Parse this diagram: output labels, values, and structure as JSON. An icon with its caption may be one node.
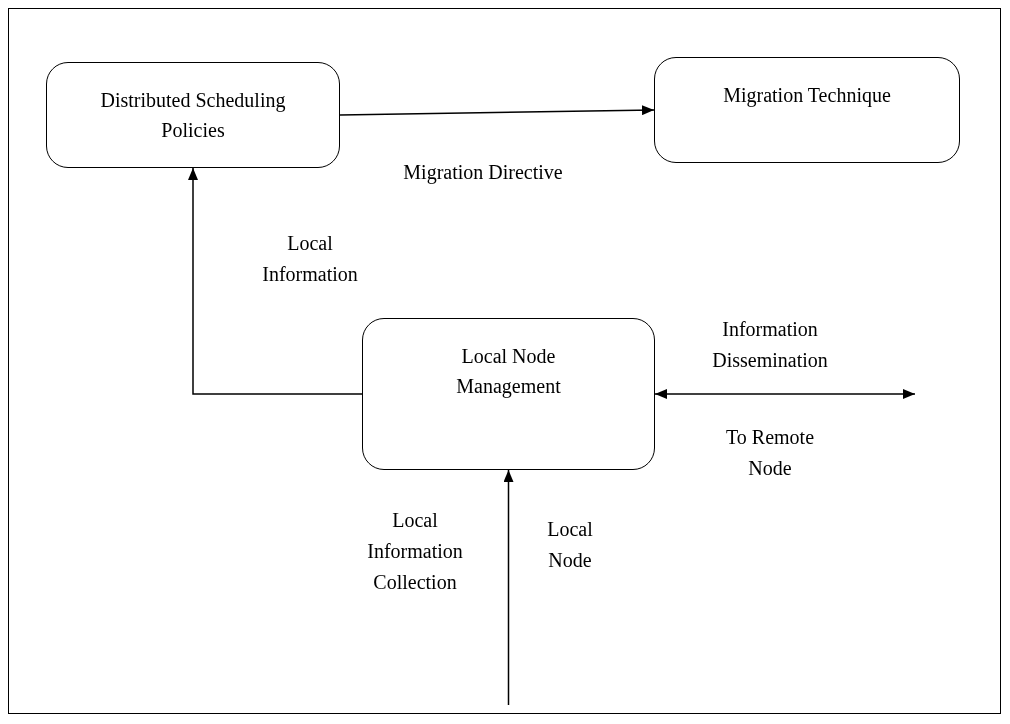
{
  "diagram": {
    "nodes": [
      {
        "text": [
          "Distributed Scheduling Policies"
        ]
      },
      {
        "text": [
          "Migration Technique"
        ]
      },
      {
        "text": [
          "Local Node Management"
        ]
      }
    ],
    "edges": [
      {
        "from": 0,
        "to": 1,
        "arrow": "to",
        "label": "Migration Directive"
      },
      {
        "from": 2,
        "to": 0,
        "arrow": "to",
        "label": "Local Information"
      },
      {
        "from": 2,
        "to": null,
        "arrow": "both",
        "label": "Information Dissemination"
      },
      {
        "from": null,
        "to": 2,
        "arrow": "to",
        "label": "Local Information Collection"
      }
    ],
    "labels": [
      "To Remote Node",
      "Local Node"
    ]
  }
}
